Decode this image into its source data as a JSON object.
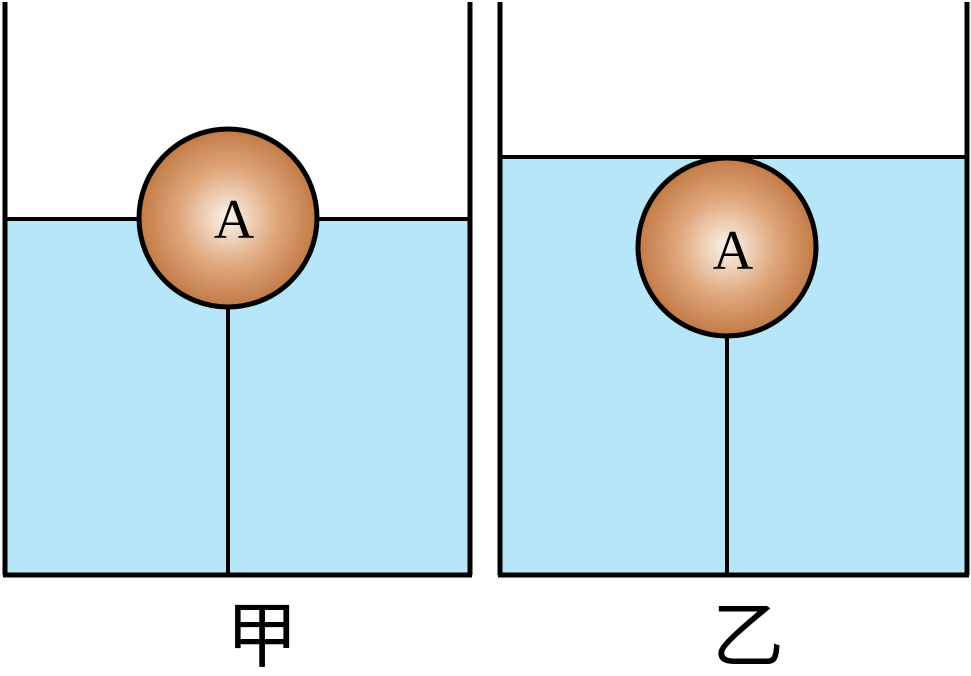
{
  "colors": {
    "water": "#b6e6f7",
    "ball_center": "#fbf4ec",
    "ball_mid": "#dfa77c",
    "ball_edge": "#c27a45",
    "stroke": "#000000",
    "background": "#ffffff"
  },
  "panels": [
    {
      "id": "jia",
      "caption": "甲",
      "ball_label": "A"
    },
    {
      "id": "yi",
      "caption": "乙",
      "ball_label": "A"
    }
  ]
}
